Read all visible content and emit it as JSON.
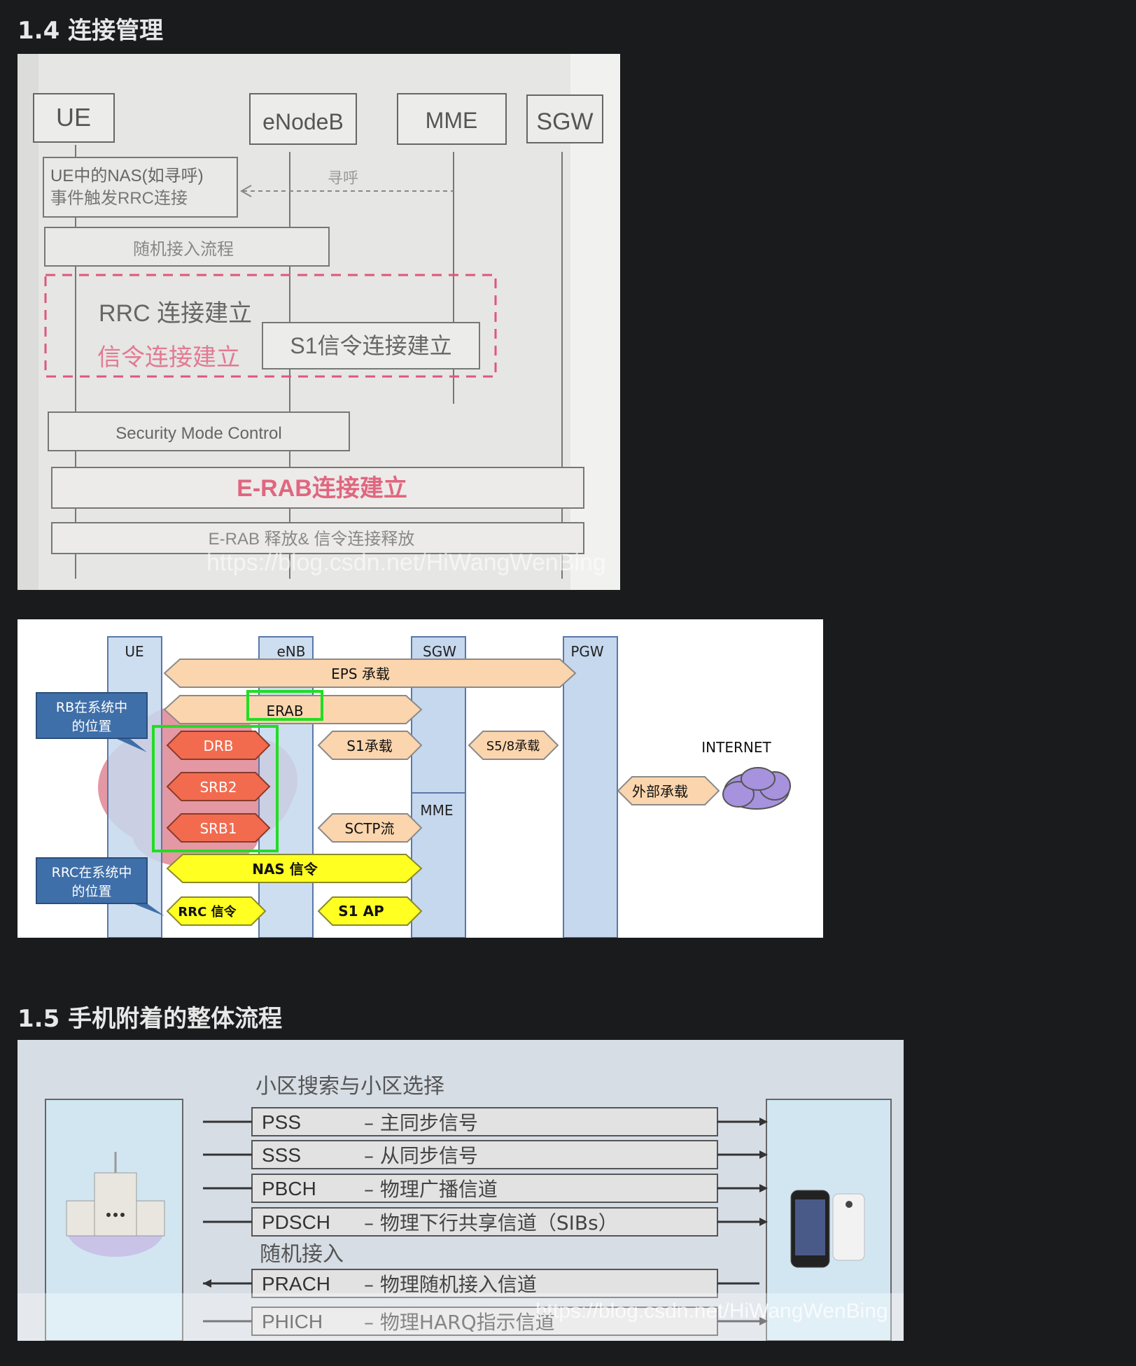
{
  "section_14": {
    "title": "1.4 连接管理"
  },
  "fig1": {
    "nodes": {
      "ue": "UE",
      "enb": "eNodeB",
      "mme": "MME",
      "sgw": "SGW"
    },
    "nas_box": {
      "line1": "UE中的NAS(如寻呼)",
      "line2": "事件触发RRC连接"
    },
    "paging": "寻呼",
    "random_access": "随机接入流程",
    "rrc_setup": "RRC 连接建立",
    "signaling_setup": "信令连接建立",
    "s1_setup": "S1信令连接建立",
    "security": "Security Mode  Control",
    "erab_setup": "E-RAB连接建立",
    "erab_release": "E-RAB 释放& 信令连接释放",
    "watermark": "https://blog.csdn.net/HiWangWenBing"
  },
  "fig2": {
    "nodes": {
      "ue": "UE",
      "enb": "eNB",
      "sgw": "SGW",
      "pgw": "PGW",
      "mme": "MME"
    },
    "eps": "EPS 承载",
    "erab": "ERAB",
    "drb": "DRB",
    "srb2": "SRB2",
    "srb1": "SRB1",
    "s1_bearer": "S1承载",
    "s58_bearer": "S5/8承载",
    "internet": "INTERNET",
    "external_bearer": "外部承载",
    "sctp": "SCTP流",
    "nas": "NAS 信令",
    "rrc_signal": "RRC 信令",
    "s1ap": "S1 AP",
    "rb_callout": {
      "line1": "RB在系统中",
      "line2": "的位置"
    },
    "rrc_callout": {
      "line1": "RRC在系统中",
      "line2": "的位置"
    }
  },
  "section_15": {
    "title": "1.5 手机附着的整体流程"
  },
  "fig3": {
    "cell_search": "小区搜索与小区选择",
    "random_access": "随机接入",
    "channels": [
      {
        "abbr": "PSS",
        "desc": "– 主同步信号"
      },
      {
        "abbr": "SSS",
        "desc": "– 从同步信号"
      },
      {
        "abbr": "PBCH",
        "desc": "– 物理广播信道"
      },
      {
        "abbr": "PDSCH",
        "desc": "– 物理下行共享信道（SIBs）"
      },
      {
        "abbr": "PRACH",
        "desc": "– 物理随机接入信道"
      },
      {
        "abbr": "PHICH",
        "desc": "– 物理HARQ指示信道"
      }
    ],
    "watermark": "https://blog.csdn.net/HiWangWenBing"
  }
}
